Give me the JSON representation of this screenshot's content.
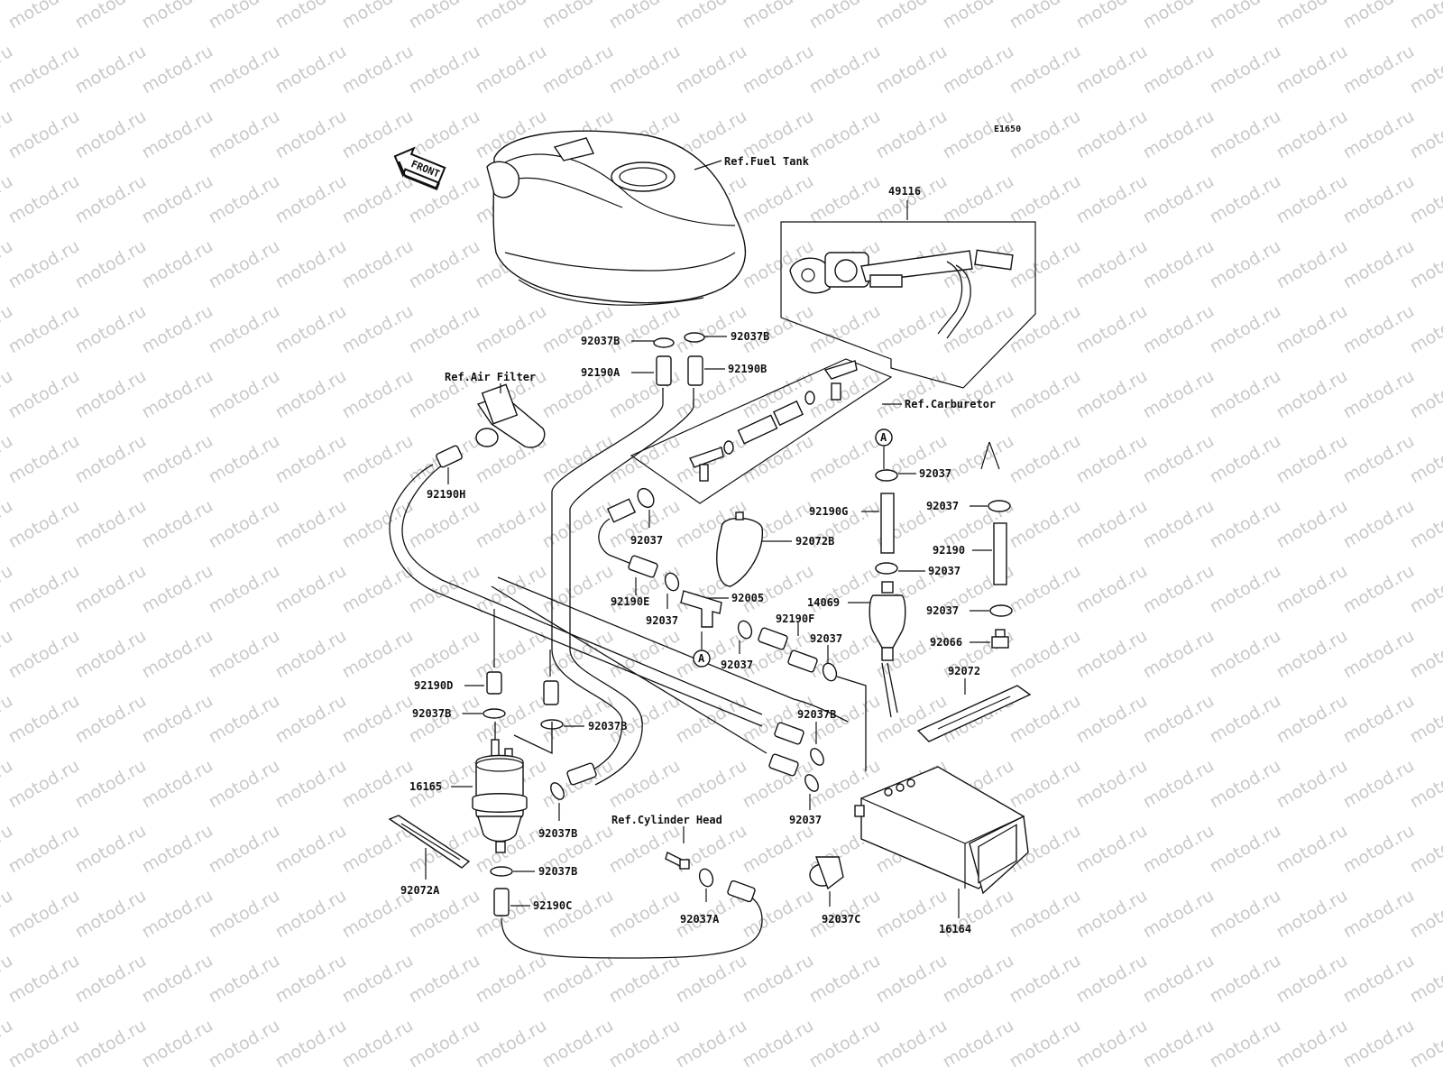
{
  "diagram_code": "E1650",
  "front_label": "FRONT",
  "watermark": "motod.ru",
  "refs": {
    "fuel_tank": "Ref.Fuel Tank",
    "air_filter": "Ref.Air Filter",
    "carburetor": "Ref.Carburetor",
    "cylinder_head": "Ref.Cylinder Head"
  },
  "marker": "A",
  "parts": {
    "p49116": "49116",
    "p92037B_a": "92037B",
    "p92037B_b": "92037B",
    "p92190A": "92190A",
    "p92190B": "92190B",
    "p92190H": "92190H",
    "p92037_a": "92037",
    "p92072B": "92072B",
    "p92190E": "92190E",
    "p92037_b": "92037",
    "p92005": "92005",
    "p92190F": "92190F",
    "p92037_c": "92037",
    "p92037_d": "92037",
    "p92190G": "92190G",
    "p92037_e": "92037",
    "p92037_f": "92037",
    "p92190": "92190",
    "p92037_g": "92037",
    "p14069": "14069",
    "p92037_h": "92037",
    "p92066": "92066",
    "p92072": "92072",
    "p92190D": "92190D",
    "p92037B_c": "92037B",
    "p92037B_d": "92037B",
    "p92037B_e": "92037B",
    "p16165": "16165",
    "p92037B_f": "92037B",
    "p92037B_g": "92037B",
    "p92037_i": "92037",
    "p92072A": "92072A",
    "p92190C": "92190C",
    "p92037A": "92037A",
    "p92037C": "92037C",
    "p16164": "16164"
  }
}
